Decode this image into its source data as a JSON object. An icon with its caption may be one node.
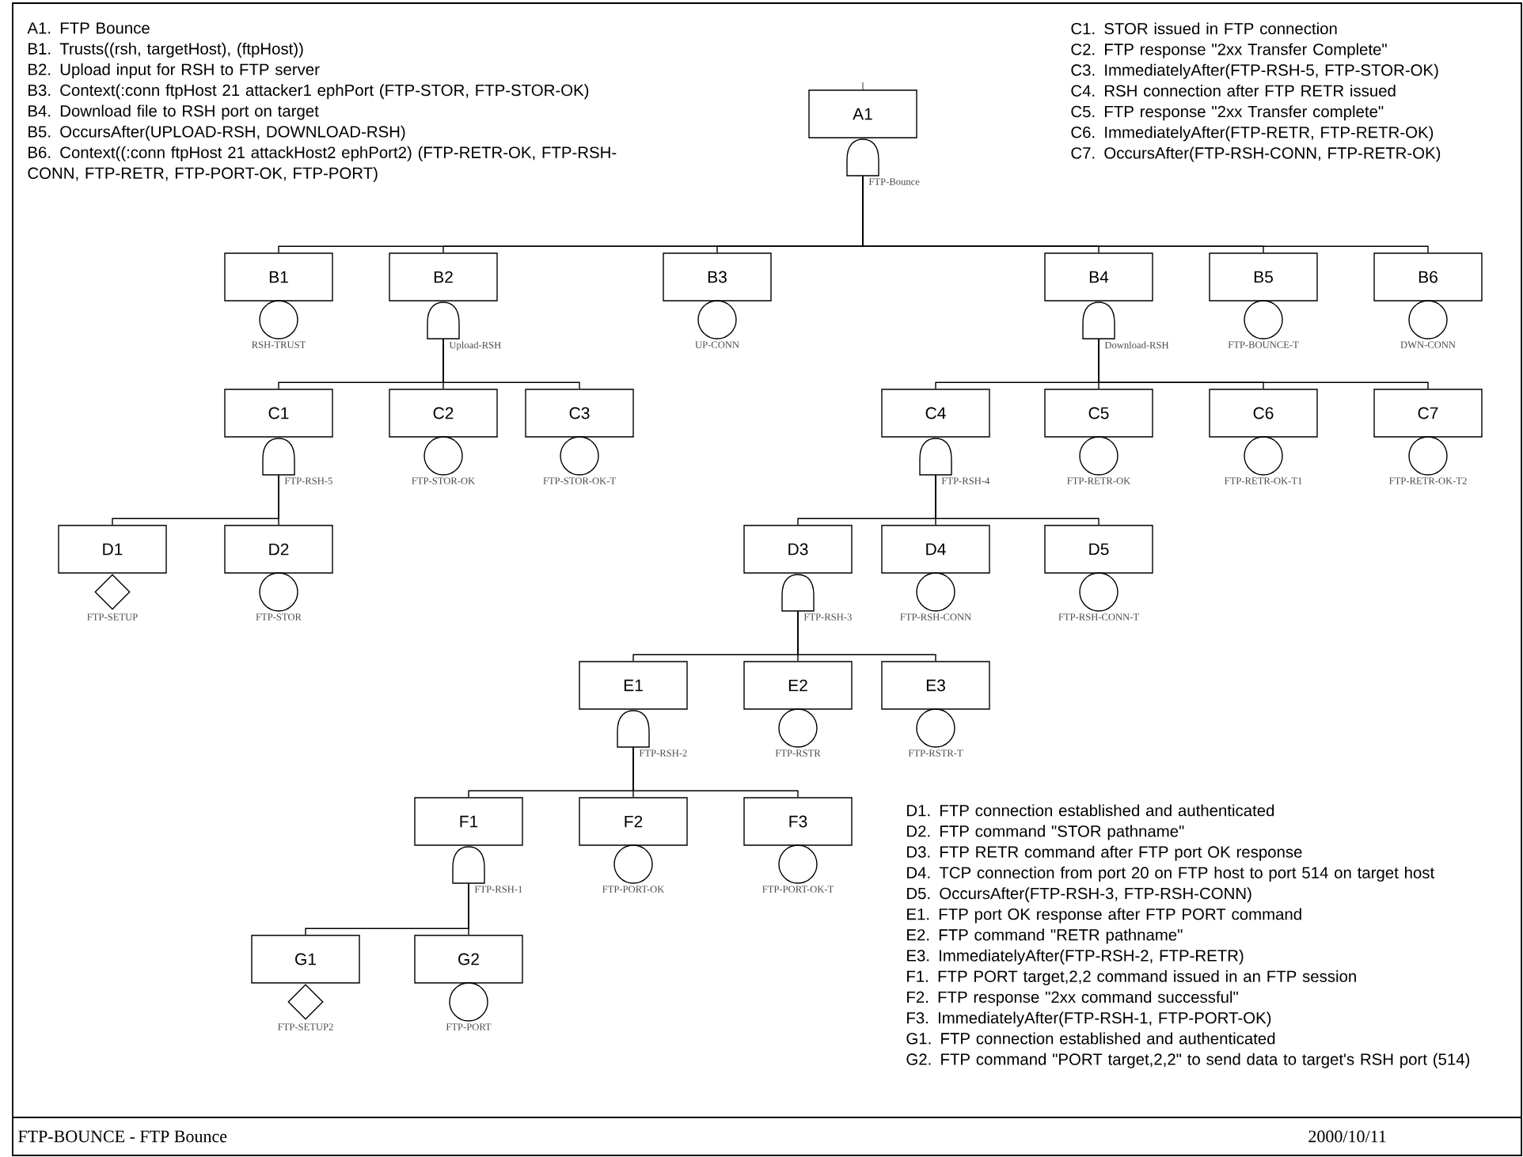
{
  "diagram": {
    "nodes": [
      {
        "text": [
          "A1"
        ]
      },
      {
        "text": [],
        "shape": "gate",
        "beside": [
          "FTP-Bounce"
        ]
      },
      {
        "text": [
          "B1"
        ]
      },
      {
        "text": [],
        "shape": "circle",
        "beside": [
          "RSH-TRUST"
        ]
      },
      {
        "text": [
          "B2"
        ]
      },
      {
        "text": [],
        "shape": "gate",
        "beside": [
          "Upload-RSH"
        ]
      },
      {
        "text": [
          "B3"
        ]
      },
      {
        "text": [],
        "shape": "circle",
        "beside": [
          "UP-CONN"
        ]
      },
      {
        "text": [
          "B4"
        ]
      },
      {
        "text": [],
        "shape": "gate",
        "beside": [
          "Download-RSH"
        ]
      },
      {
        "text": [
          "B5"
        ]
      },
      {
        "text": [],
        "shape": "circle",
        "beside": [
          "FTP-BOUNCE-T"
        ]
      },
      {
        "text": [
          "B6"
        ]
      },
      {
        "text": [],
        "shape": "circle",
        "beside": [
          "DWN-CONN"
        ]
      },
      {
        "text": [
          "C1"
        ]
      },
      {
        "text": [],
        "shape": "gate",
        "beside": [
          "FTP-RSH-5"
        ]
      },
      {
        "text": [
          "C2"
        ]
      },
      {
        "text": [],
        "shape": "circle",
        "beside": [
          "FTP-STOR-OK"
        ]
      },
      {
        "text": [
          "C3"
        ]
      },
      {
        "text": [],
        "shape": "circle",
        "beside": [
          "FTP-STOR-OK-T"
        ]
      },
      {
        "text": [
          "C4"
        ]
      },
      {
        "text": [],
        "shape": "gate",
        "beside": [
          "FTP-RSH-4"
        ]
      },
      {
        "text": [
          "C5"
        ]
      },
      {
        "text": [],
        "shape": "circle",
        "beside": [
          "FTP-RETR-OK"
        ]
      },
      {
        "text": [
          "C6"
        ]
      },
      {
        "text": [],
        "shape": "circle",
        "beside": [
          "FTP-RETR-OK-T1"
        ]
      },
      {
        "text": [
          "C7"
        ]
      },
      {
        "text": [],
        "shape": "circle",
        "beside": [
          "FTP-RETR-OK-T2"
        ]
      },
      {
        "text": [
          "D1"
        ]
      },
      {
        "text": [],
        "shape": "diamond",
        "beside": [
          "FTP-SETUP"
        ]
      },
      {
        "text": [
          "D2"
        ]
      },
      {
        "text": [],
        "shape": "circle",
        "beside": [
          "FTP-STOR"
        ]
      },
      {
        "text": [
          "D3"
        ]
      },
      {
        "text": [],
        "shape": "gate",
        "beside": [
          "FTP-RSH-3"
        ]
      },
      {
        "text": [
          "D4"
        ]
      },
      {
        "text": [],
        "shape": "circle",
        "beside": [
          "FTP-RSH-CONN"
        ]
      },
      {
        "text": [
          "D5"
        ]
      },
      {
        "text": [],
        "shape": "circle",
        "beside": [
          "FTP-RSH-CONN-T"
        ]
      },
      {
        "text": [
          "E1"
        ]
      },
      {
        "text": [],
        "shape": "gate",
        "beside": [
          "FTP-RSH-2"
        ]
      },
      {
        "text": [
          "E2"
        ]
      },
      {
        "text": [],
        "shape": "circle",
        "beside": [
          "FTP-RSTR"
        ]
      },
      {
        "text": [
          "E3"
        ]
      },
      {
        "text": [],
        "shape": "circle",
        "beside": [
          "FTP-RSTR-T"
        ]
      },
      {
        "text": [
          "F1"
        ]
      },
      {
        "text": [],
        "shape": "gate",
        "beside": [
          "FTP-RSH-1"
        ]
      },
      {
        "text": [
          "F2"
        ]
      },
      {
        "text": [],
        "shape": "circle",
        "beside": [
          "FTP-PORT-OK"
        ]
      },
      {
        "text": [
          "F3"
        ]
      },
      {
        "text": [],
        "shape": "circle",
        "beside": [
          "FTP-PORT-OK-T"
        ]
      },
      {
        "text": [
          "G1"
        ]
      },
      {
        "text": [],
        "shape": "diamond",
        "beside": [
          "FTP-SETUP2"
        ]
      },
      {
        "text": [
          "G2"
        ]
      },
      {
        "text": [],
        "shape": "circle",
        "beside": [
          "FTP-PORT"
        ]
      }
    ],
    "edges": [
      {
        "from": 1,
        "to": 2,
        "arrow": "none"
      },
      {
        "from": 1,
        "to": 4,
        "arrow": "none"
      },
      {
        "from": 1,
        "to": 6,
        "arrow": "none"
      },
      {
        "from": 1,
        "to": 8,
        "arrow": "none"
      },
      {
        "from": 1,
        "to": 10,
        "arrow": "none"
      },
      {
        "from": 1,
        "to": 12,
        "arrow": "none"
      },
      {
        "from": 5,
        "to": 14,
        "arrow": "none"
      },
      {
        "from": 5,
        "to": 16,
        "arrow": "none"
      },
      {
        "from": 5,
        "to": 18,
        "arrow": "none"
      },
      {
        "from": 9,
        "to": 20,
        "arrow": "none"
      },
      {
        "from": 9,
        "to": 22,
        "arrow": "none"
      },
      {
        "from": 9,
        "to": 24,
        "arrow": "none"
      },
      {
        "from": 9,
        "to": 26,
        "arrow": "none"
      },
      {
        "from": 15,
        "to": 28,
        "arrow": "none"
      },
      {
        "from": 15,
        "to": 30,
        "arrow": "none"
      },
      {
        "from": 21,
        "to": 32,
        "arrow": "none"
      },
      {
        "from": 21,
        "to": 34,
        "arrow": "none"
      },
      {
        "from": 21,
        "to": 36,
        "arrow": "none"
      },
      {
        "from": 33,
        "to": 38,
        "arrow": "none"
      },
      {
        "from": 33,
        "to": 40,
        "arrow": "none"
      },
      {
        "from": 33,
        "to": 42,
        "arrow": "none"
      },
      {
        "from": 39,
        "to": 44,
        "arrow": "none"
      },
      {
        "from": 39,
        "to": 46,
        "arrow": "none"
      },
      {
        "from": 39,
        "to": 48,
        "arrow": "none"
      },
      {
        "from": 45,
        "to": 50,
        "arrow": "none"
      },
      {
        "from": 45,
        "to": 52,
        "arrow": "none"
      }
    ],
    "labels": [
      "A1. FTP Bounce",
      "B1. Trusts((rsh, targetHost), (ftpHost))",
      "B2. Upload input for RSH to FTP server",
      "B3. Context(:conn ftpHost 21 attacker1 ephPort (FTP-STOR, FTP-STOR-OK)",
      "B4. Download file to RSH port on target",
      "B5. OccursAfter(UPLOAD-RSH, DOWNLOAD-RSH)",
      "B6. Context((:conn ftpHost 21 attackHost2 ephPort2) (FTP-RETR-OK, FTP-RSH-CONN, FTP-RETR, FTP-PORT-OK, FTP-PORT)",
      "C1. STOR issued in FTP connection",
      "C2. FTP response \"2xx Transfer Complete\"",
      "C3. ImmediatelyAfter(FTP-RSH-5, FTP-STOR-OK)",
      "C4. RSH connection after FTP RETR issued",
      "C5. FTP response \"2xx Transfer complete\"",
      "C6. ImmediatelyAfter(FTP-RETR, FTP-RETR-OK)",
      "C7. OccursAfter(FTP-RSH-CONN, FTP-RETR-OK)",
      "D1. FTP connection established and authenticated",
      "D2. FTP command \"STOR pathname\"",
      "D3. FTP RETR command after FTP port OK response",
      "D4. TCP connection from port 20 on FTP host to port 514 on target host",
      "D5. OccursAfter(FTP-RSH-3, FTP-RSH-CONN)",
      "E1. FTP port OK response after FTP PORT command",
      "E2. FTP command \"RETR pathname\"",
      "E3. ImmediatelyAfter(FTP-RSH-2, FTP-RETR)",
      "F1. FTP PORT target,2,2 command issued in an FTP session",
      "F2. FTP response \"2xx command successful\"",
      "F3. ImmediatelyAfter(FTP-RSH-1, FTP-PORT-OK)",
      "G1. FTP connection established and authenticated",
      "G2. FTP command \"PORT target,2,2\" to send data to target's RSH port (514)",
      "FTP-BOUNCE  -   FTP Bounce",
      "2000/10/11"
    ]
  }
}
